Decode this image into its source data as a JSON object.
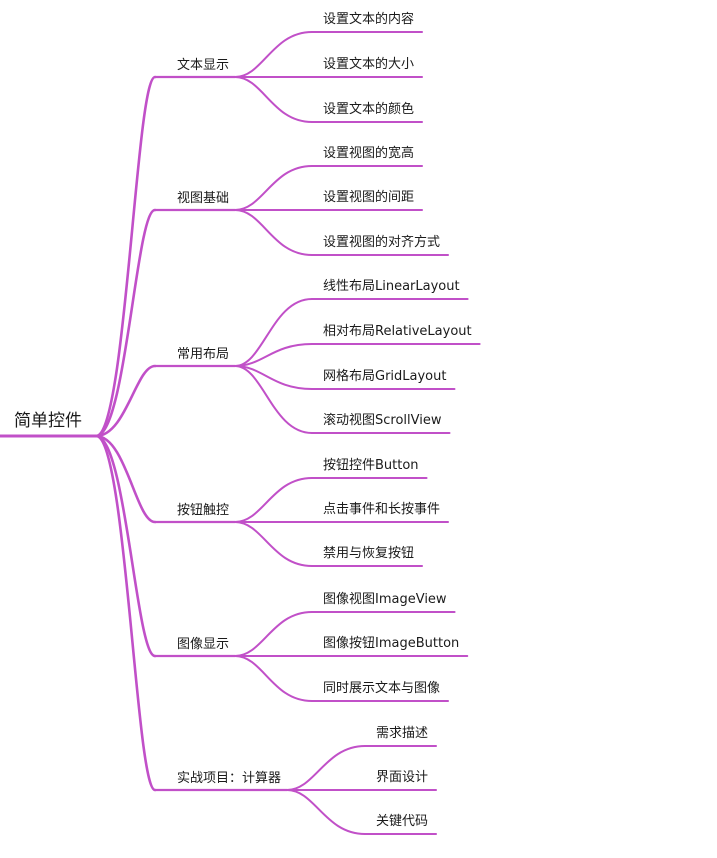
{
  "mindmap": {
    "root": "简单控件",
    "line_color": "#c150c8",
    "branches": [
      {
        "label": "文本显示",
        "children": [
          "设置文本的内容",
          "设置文本的大小",
          "设置文本的颜色"
        ]
      },
      {
        "label": "视图基础",
        "children": [
          "设置视图的宽高",
          "设置视图的间距",
          "设置视图的对齐方式"
        ]
      },
      {
        "label": "常用布局",
        "children": [
          "线性布局LinearLayout",
          "相对布局RelativeLayout",
          "网格布局GridLayout",
          "滚动视图ScrollView"
        ]
      },
      {
        "label": "按钮触控",
        "children": [
          "按钮控件Button",
          "点击事件和长按事件",
          "禁用与恢复按钮"
        ]
      },
      {
        "label": "图像显示",
        "children": [
          "图像视图ImageView",
          "图像按钮ImageButton",
          "同时展示文本与图像"
        ]
      },
      {
        "label": "实战项目：计算器",
        "children": [
          "需求描述",
          "界面设计",
          "关键代码"
        ]
      }
    ]
  }
}
